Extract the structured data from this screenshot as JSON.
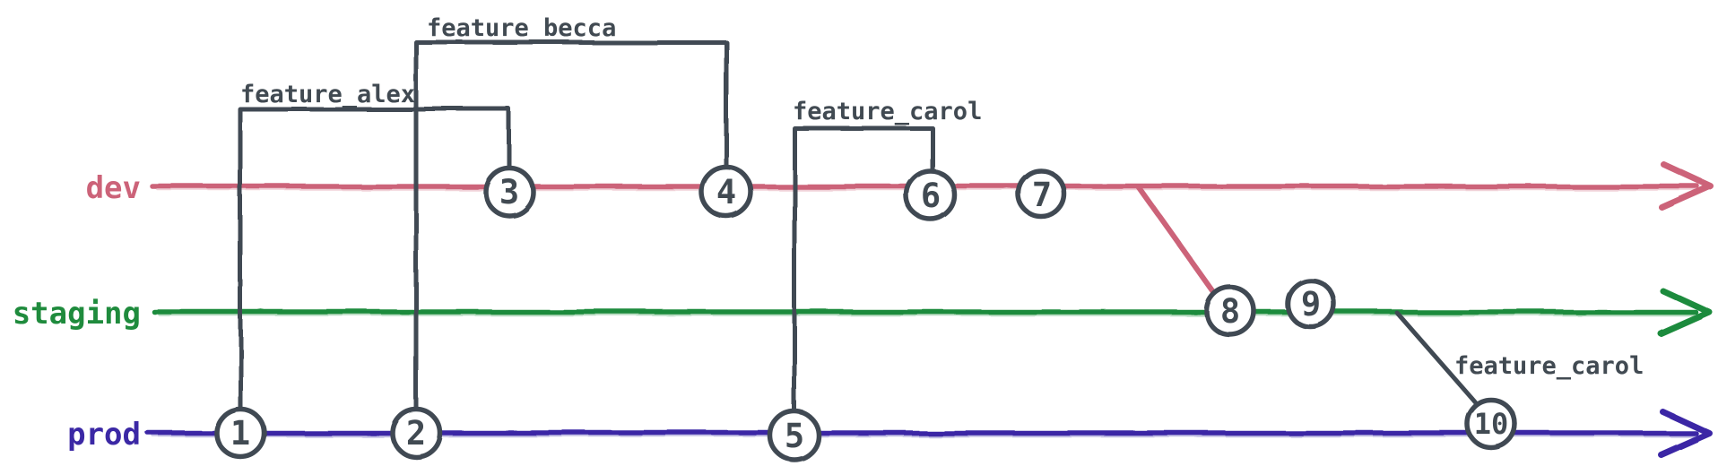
{
  "diagram": {
    "type": "git-branch-graph",
    "background": "#ffffff",
    "ink_color": "#414a52",
    "branches": [
      {
        "id": "dev",
        "label": "dev",
        "color": "#cc6379"
      },
      {
        "id": "staging",
        "label": "staging",
        "color": "#1f8b3d"
      },
      {
        "id": "prod",
        "label": "prod",
        "color": "#3b28a5"
      }
    ],
    "commits": [
      {
        "label": "1",
        "branch": "prod"
      },
      {
        "label": "2",
        "branch": "prod"
      },
      {
        "label": "3",
        "branch": "dev"
      },
      {
        "label": "4",
        "branch": "dev"
      },
      {
        "label": "5",
        "branch": "prod"
      },
      {
        "label": "6",
        "branch": "dev"
      },
      {
        "label": "7",
        "branch": "dev"
      },
      {
        "label": "8",
        "branch": "staging"
      },
      {
        "label": "9",
        "branch": "staging"
      },
      {
        "label": "10",
        "branch": "prod"
      }
    ],
    "feature_branches": [
      {
        "label": "feature_alex",
        "from": "prod commit 1",
        "to": "dev commit 3"
      },
      {
        "label": "feature_becca",
        "from": "prod commit 2",
        "to": "dev commit 4"
      },
      {
        "label": "feature_carol",
        "from": "prod commit 5",
        "to": "dev commit 6"
      },
      {
        "label": "feature_carol",
        "from": "staging after 9",
        "to": "prod commit 10"
      }
    ],
    "merges": [
      {
        "from": "dev after 7",
        "to": "staging commit 8",
        "color": "#cc6379"
      }
    ]
  }
}
